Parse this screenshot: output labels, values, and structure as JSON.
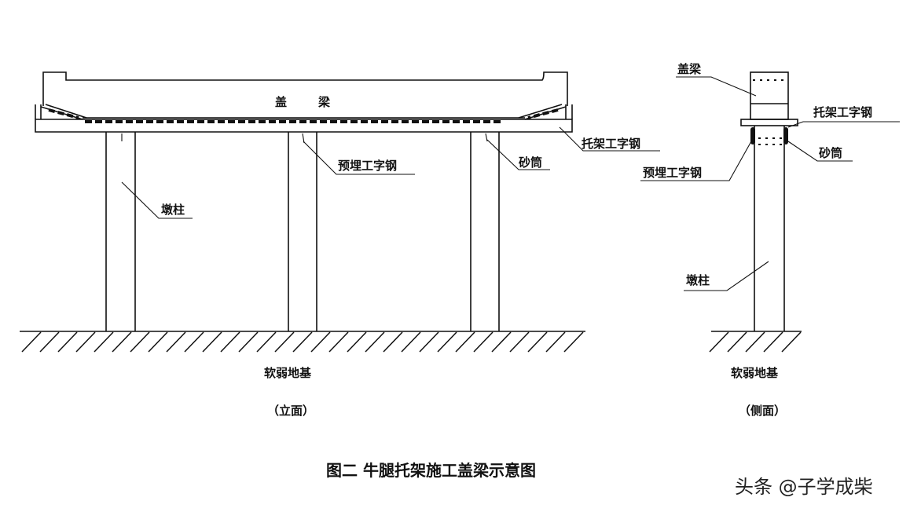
{
  "front": {
    "cap_beam": "盖",
    "cap_beam_2": "梁",
    "bracket_beam": "托架工字钢",
    "embedded_beam": "预埋工字钢",
    "sand_cylinder": "砂筒",
    "pier": "墩柱",
    "ground": "软弱地基",
    "view_label": "（立面）"
  },
  "side": {
    "cap_beam": "盖梁",
    "bracket_beam": "托架工字钢",
    "sand_cylinder": "砂筒",
    "embedded_beam": "预埋工字钢",
    "pier": "墩柱",
    "ground": "软弱地基",
    "view_label": "（侧面）"
  },
  "caption": "图二  牛腿托架施工盖梁示意图",
  "watermark": "头条 @子学成柴"
}
